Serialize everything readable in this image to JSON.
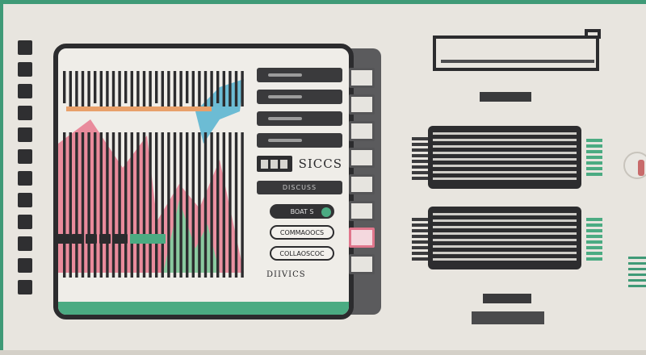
{
  "panel": {
    "icon_label": "SICCS",
    "field_bar_label": "DISCUSS",
    "buttons": [
      {
        "label": "BOAT S",
        "active": true
      },
      {
        "label": "COMMAOOCS",
        "active": false
      },
      {
        "label": "COLLAOSCOC",
        "active": false
      }
    ],
    "devices_label": "DIIVICS"
  },
  "colors": {
    "accent_green": "#4bab82",
    "accent_pink": "#e0768c",
    "accent_blue": "#5db6d2",
    "dark": "#2c2c2e",
    "background": "#e8e5df"
  }
}
